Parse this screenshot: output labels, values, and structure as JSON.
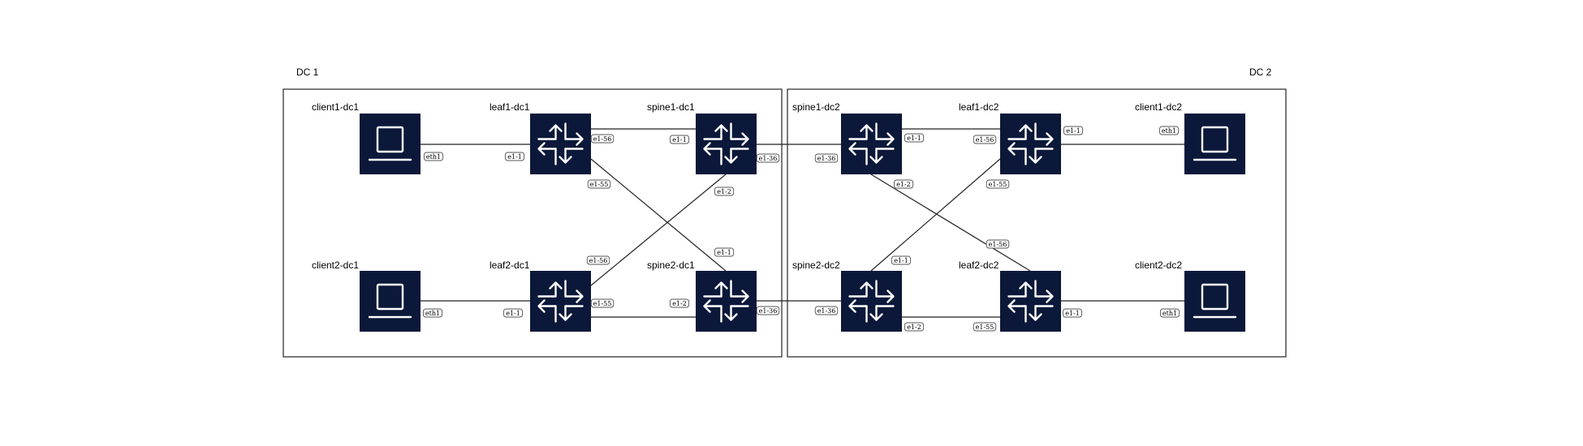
{
  "datacenters": [
    {
      "id": "dc1",
      "title": "DC 1"
    },
    {
      "id": "dc2",
      "title": "DC 2"
    }
  ],
  "nodes": [
    {
      "id": "client1-dc1",
      "label": "client1-dc1",
      "kind": "client",
      "icon": "laptop-icon"
    },
    {
      "id": "leaf1-dc1",
      "label": "leaf1-dc1",
      "kind": "router",
      "icon": "router-arrows-icon"
    },
    {
      "id": "spine1-dc1",
      "label": "spine1-dc1",
      "kind": "router",
      "icon": "router-arrows-icon"
    },
    {
      "id": "client2-dc1",
      "label": "client2-dc1",
      "kind": "client",
      "icon": "laptop-icon"
    },
    {
      "id": "leaf2-dc1",
      "label": "leaf2-dc1",
      "kind": "router",
      "icon": "router-arrows-icon"
    },
    {
      "id": "spine2-dc1",
      "label": "spine2-dc1",
      "kind": "router",
      "icon": "router-arrows-icon"
    },
    {
      "id": "spine1-dc2",
      "label": "spine1-dc2",
      "kind": "router",
      "icon": "router-arrows-icon"
    },
    {
      "id": "leaf1-dc2",
      "label": "leaf1-dc2",
      "kind": "router",
      "icon": "router-arrows-icon"
    },
    {
      "id": "client1-dc2",
      "label": "client1-dc2",
      "kind": "client",
      "icon": "laptop-icon"
    },
    {
      "id": "spine2-dc2",
      "label": "spine2-dc2",
      "kind": "router",
      "icon": "router-arrows-icon"
    },
    {
      "id": "leaf2-dc2",
      "label": "leaf2-dc2",
      "kind": "router",
      "icon": "router-arrows-icon"
    },
    {
      "id": "client2-dc2",
      "label": "client2-dc2",
      "kind": "client",
      "icon": "laptop-icon"
    }
  ],
  "links": [
    {
      "id": "l1",
      "a": "client1-dc1",
      "a_port": "eth1",
      "b": "leaf1-dc1",
      "b_port": "e1-1"
    },
    {
      "id": "l2",
      "a": "leaf1-dc1",
      "a_port": "e1-56",
      "b": "spine1-dc1",
      "b_port": "e1-1"
    },
    {
      "id": "l3",
      "a": "leaf1-dc1",
      "a_port": "e1-55",
      "b": "spine2-dc1",
      "b_port": "e1-1"
    },
    {
      "id": "l4",
      "a": "leaf2-dc1",
      "a_port": "e1-56",
      "b": "spine1-dc1",
      "b_port": "e1-2"
    },
    {
      "id": "l5",
      "a": "leaf2-dc1",
      "a_port": "e1-55",
      "b": "spine2-dc1",
      "b_port": "e1-2"
    },
    {
      "id": "l6",
      "a": "client2-dc1",
      "a_port": "eth1",
      "b": "leaf2-dc1",
      "b_port": "e1-1"
    },
    {
      "id": "l7",
      "a": "spine1-dc1",
      "a_port": "e1-36",
      "b": "spine1-dc2",
      "b_port": "e1-36"
    },
    {
      "id": "l8",
      "a": "spine2-dc1",
      "a_port": "e1-36",
      "b": "spine2-dc2",
      "b_port": "e1-36"
    },
    {
      "id": "l9",
      "a": "spine1-dc2",
      "a_port": "e1-1",
      "b": "leaf1-dc2",
      "b_port": "e1-56"
    },
    {
      "id": "l10",
      "a": "spine1-dc2",
      "a_port": "e1-2",
      "b": "leaf2-dc2",
      "b_port": "e1-56"
    },
    {
      "id": "l11",
      "a": "spine2-dc2",
      "a_port": "e1-1",
      "b": "leaf1-dc2",
      "b_port": "e1-55"
    },
    {
      "id": "l12",
      "a": "spine2-dc2",
      "a_port": "e1-2",
      "b": "leaf2-dc2",
      "b_port": "e1-55"
    },
    {
      "id": "l13",
      "a": "leaf1-dc2",
      "a_port": "e1-1",
      "b": "client1-dc2",
      "b_port": "eth1"
    },
    {
      "id": "l14",
      "a": "leaf2-dc2",
      "a_port": "e1-1",
      "b": "client2-dc2",
      "b_port": "eth1"
    }
  ],
  "colors": {
    "device_fill": "#0b1839",
    "icon_stroke": "#ffffff",
    "line": "#222222"
  }
}
